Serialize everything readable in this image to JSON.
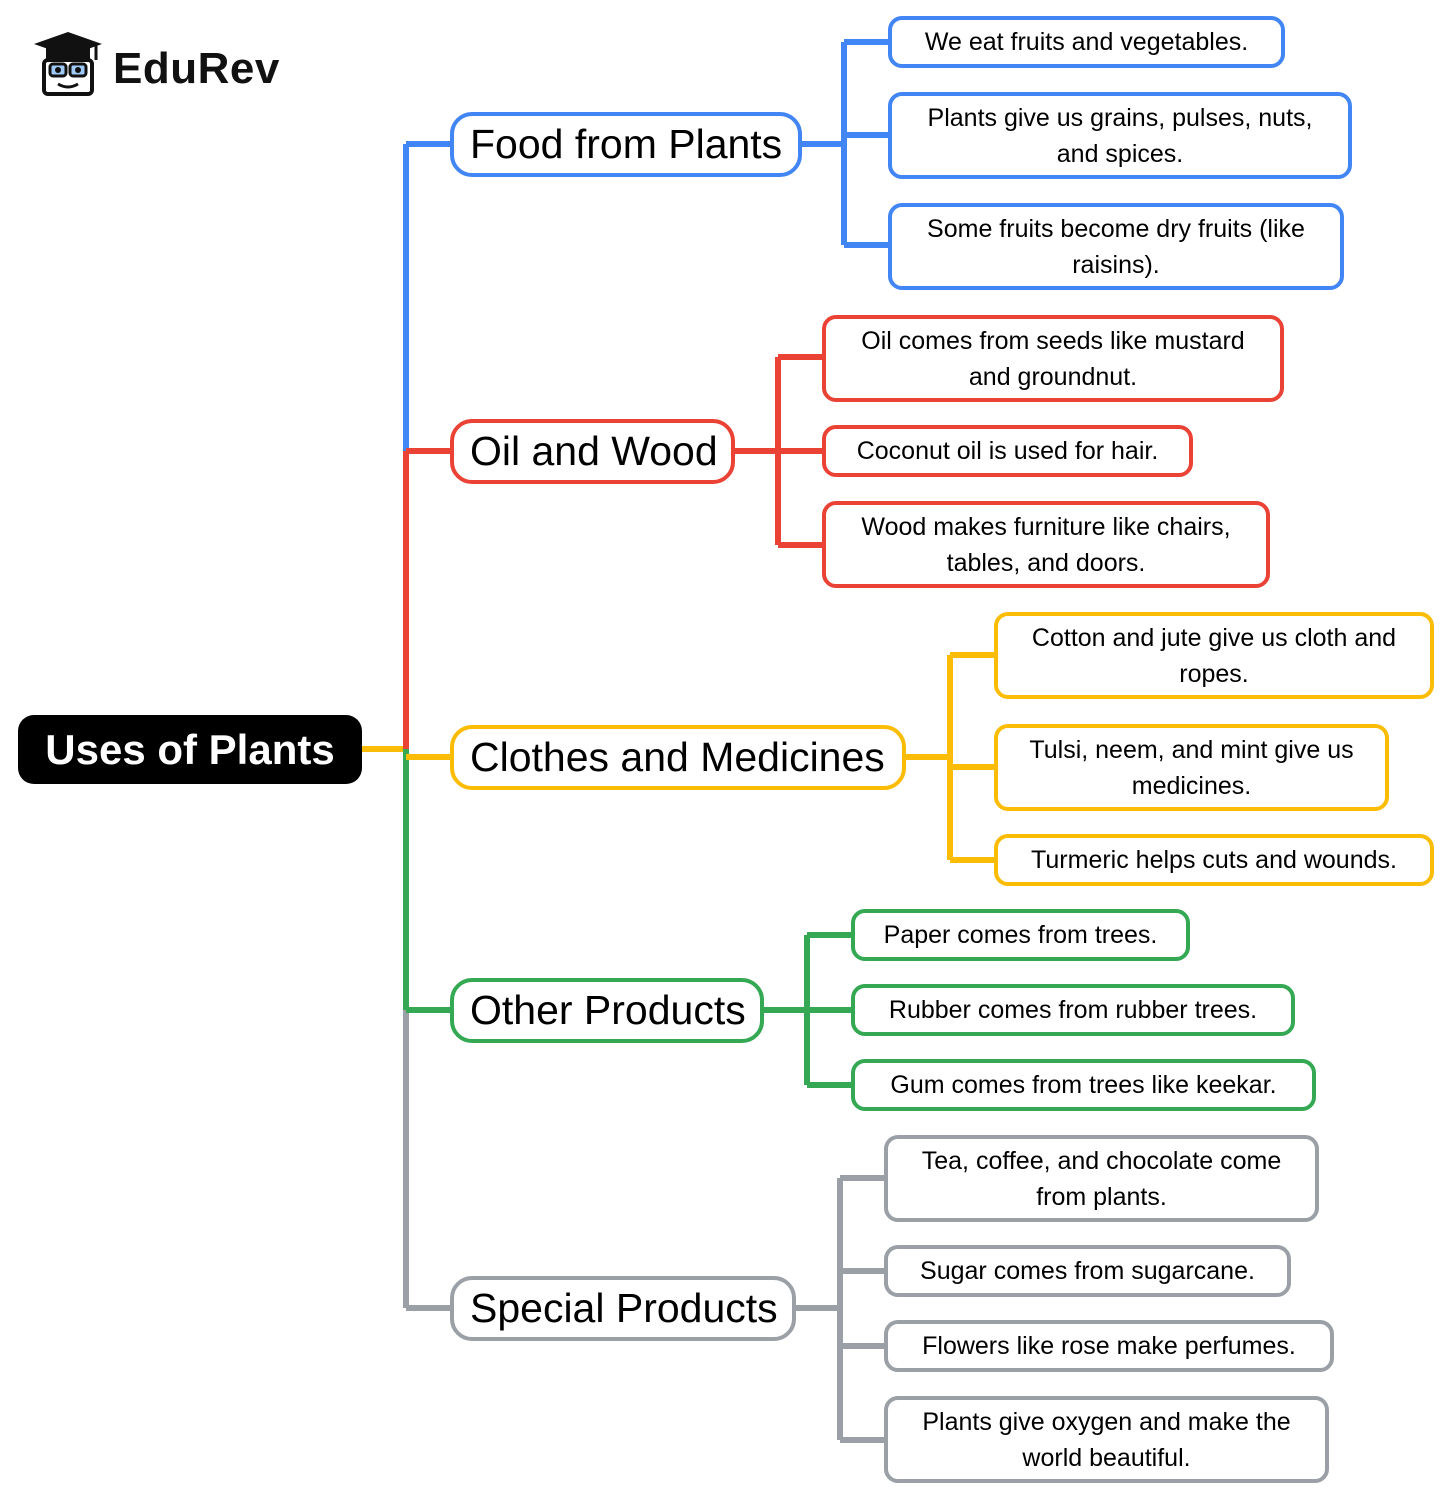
{
  "brand": {
    "name": "EduRev"
  },
  "root": {
    "label": "Uses of Plants"
  },
  "branches": [
    {
      "label": "Food from Plants",
      "color": "#4285f4",
      "items": [
        "We eat fruits and vegetables.",
        "Plants give us grains, pulses, nuts, and spices.",
        "Some fruits become dry fruits (like raisins)."
      ]
    },
    {
      "label": "Oil and Wood",
      "color": "#ea4335",
      "items": [
        "Oil comes from seeds like mustard and groundnut.",
        "Coconut oil is used for hair.",
        "Wood makes furniture like chairs, tables, and doors."
      ]
    },
    {
      "label": "Clothes and Medicines",
      "color": "#fbbc05",
      "items": [
        "Cotton and jute give us cloth and ropes.",
        "Tulsi, neem, and mint give us medicines.",
        "Turmeric helps cuts and wounds."
      ]
    },
    {
      "label": "Other Products",
      "color": "#34a853",
      "items": [
        "Paper comes from trees.",
        "Rubber comes from rubber trees.",
        "Gum comes from trees like keekar."
      ]
    },
    {
      "label": "Special Products",
      "color": "#9aa0a6",
      "items": [
        "Tea, coffee, and chocolate come from plants.",
        "Sugar comes from sugarcane.",
        "Flowers like rose make perfumes.",
        "Plants give oxygen and make the world beautiful."
      ]
    }
  ]
}
